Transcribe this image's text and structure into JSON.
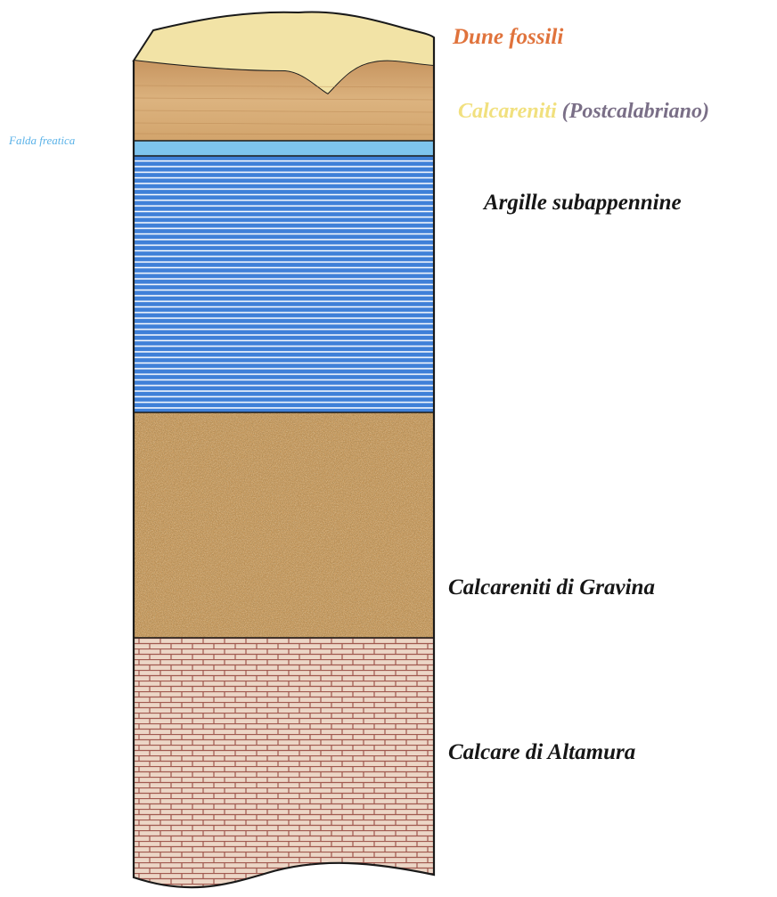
{
  "labels": {
    "dune_fossili": "Dune fossili",
    "calcareniti": "Calcareniti",
    "postcalabriano": "(Postcalabriano)",
    "falda_freatica": "Falda freatica",
    "argille": "Argille subappennine",
    "gravina": "Calcareniti di Gravina",
    "altamura": "Calcare di Altamura"
  },
  "colors": {
    "dune": "#f2e3a6",
    "calcareniti_post": "#d9b17c",
    "falda": "#7ec4ee",
    "argille": "#3f80d8",
    "argille_lines": "#ffffff",
    "gravina": "#c89a5e",
    "altamura_bg": "#ecd6c6",
    "altamura_lines": "#a0584e",
    "outline": "#1a1a1a",
    "text_dune": "#e0733c",
    "text_calcareniti": "#f1e07e",
    "text_postcalabriano": "#7a6f87",
    "text_falda": "#5ab2e8",
    "text_black": "#161616"
  }
}
